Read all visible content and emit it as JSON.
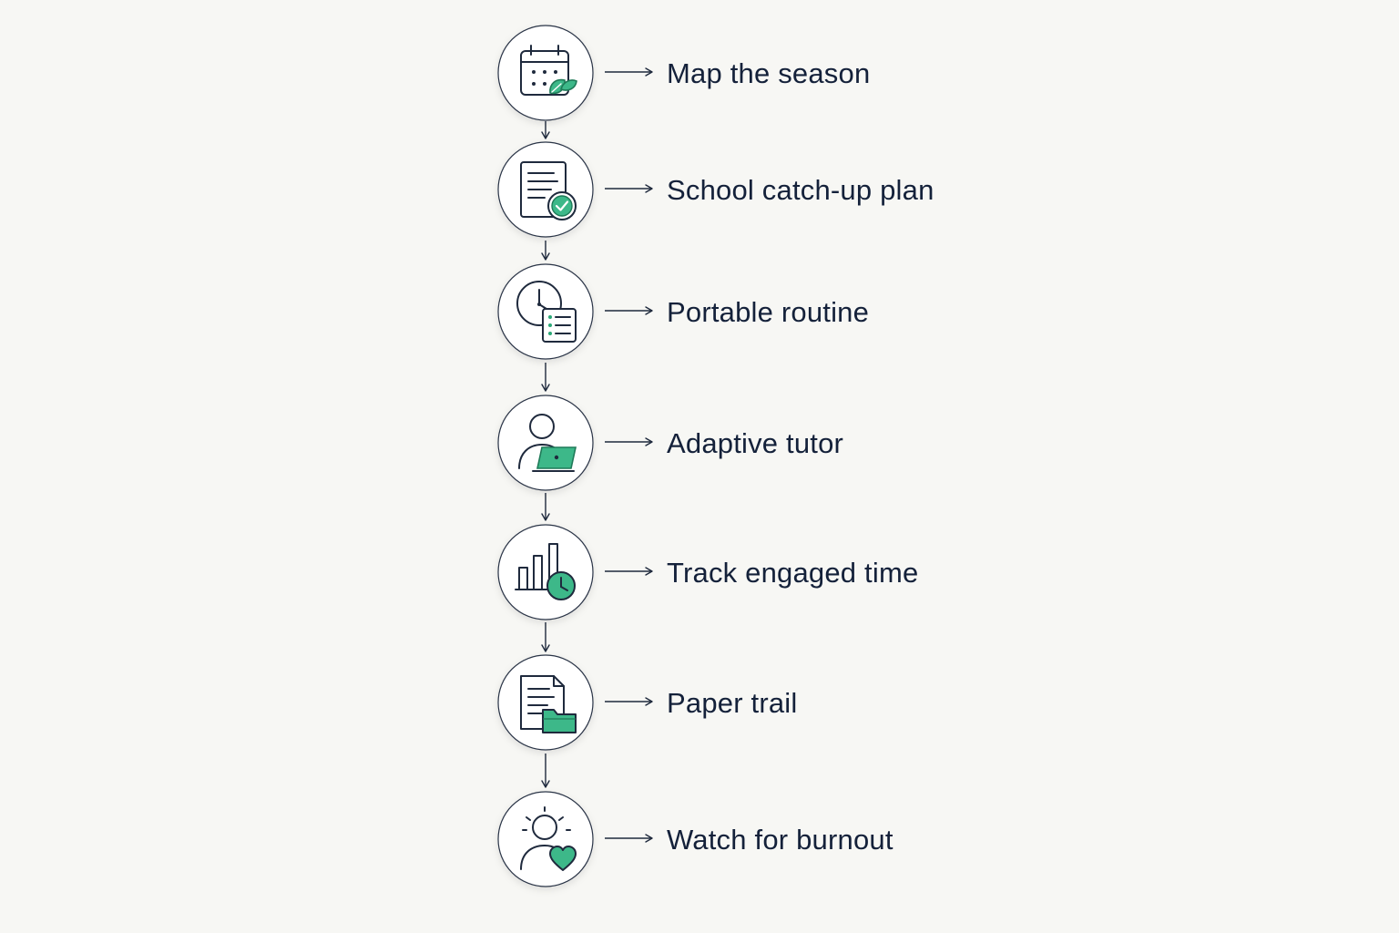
{
  "steps": [
    {
      "label": "Map the season",
      "icon": "calendar-leaf-icon"
    },
    {
      "label": "School catch-up plan",
      "icon": "document-check-icon"
    },
    {
      "label": "Portable routine",
      "icon": "clock-checklist-icon"
    },
    {
      "label": "Adaptive tutor",
      "icon": "person-laptop-icon"
    },
    {
      "label": "Track engaged time",
      "icon": "bar-chart-clock-icon"
    },
    {
      "label": "Paper trail",
      "icon": "document-folder-icon"
    },
    {
      "label": "Watch for burnout",
      "icon": "person-heart-icon"
    }
  ],
  "colors": {
    "background": "#f7f7f4",
    "ink": "#1f2a3d",
    "accent": "#3db889"
  }
}
